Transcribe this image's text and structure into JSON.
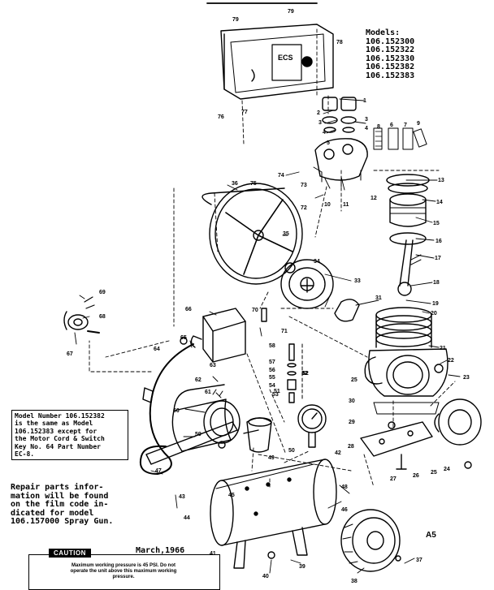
{
  "models": {
    "heading": "Models:",
    "numbers": [
      "106.152300",
      "106.152322",
      "106.152330",
      "106.152382",
      "106.152383"
    ]
  },
  "note_1": [
    "Model Number 106.152382",
    "is the same as Model",
    "106.152383 except for",
    "the Motor Cord & Switch",
    "Key No. 64 Part Number",
    "EC-8."
  ],
  "note_2": [
    "Repair parts infor-",
    "mation will be found",
    "on the film code in-",
    "dicated for model",
    "106.157000 Spray Gun."
  ],
  "caution": {
    "label": "CAUTION",
    "date": "March,1966",
    "text": [
      "Maximum working pressure is 45 PSI. Do not",
      "operate the unit above this maximum working",
      "pressure."
    ]
  },
  "code": "A5",
  "callouts": [
    "1",
    "2",
    "3",
    "4",
    "5",
    "6",
    "7",
    "8",
    "9",
    "10",
    "11",
    "12",
    "13",
    "14",
    "15",
    "16",
    "17",
    "18",
    "19",
    "20",
    "21",
    "22",
    "23",
    "24",
    "25",
    "26",
    "27",
    "28",
    "29",
    "30",
    "31",
    "32",
    "33",
    "34",
    "35",
    "36",
    "37",
    "38",
    "39",
    "40",
    "41",
    "42",
    "43",
    "44",
    "45",
    "46",
    "47",
    "48",
    "49",
    "50",
    "51",
    "52",
    "53",
    "54",
    "55",
    "56",
    "57",
    "58",
    "59",
    "60",
    "61",
    "62",
    "63",
    "64",
    "65",
    "66",
    "67",
    "68",
    "69",
    "70",
    "71",
    "72",
    "73",
    "74",
    "75",
    "76",
    "77",
    "78",
    "79"
  ]
}
